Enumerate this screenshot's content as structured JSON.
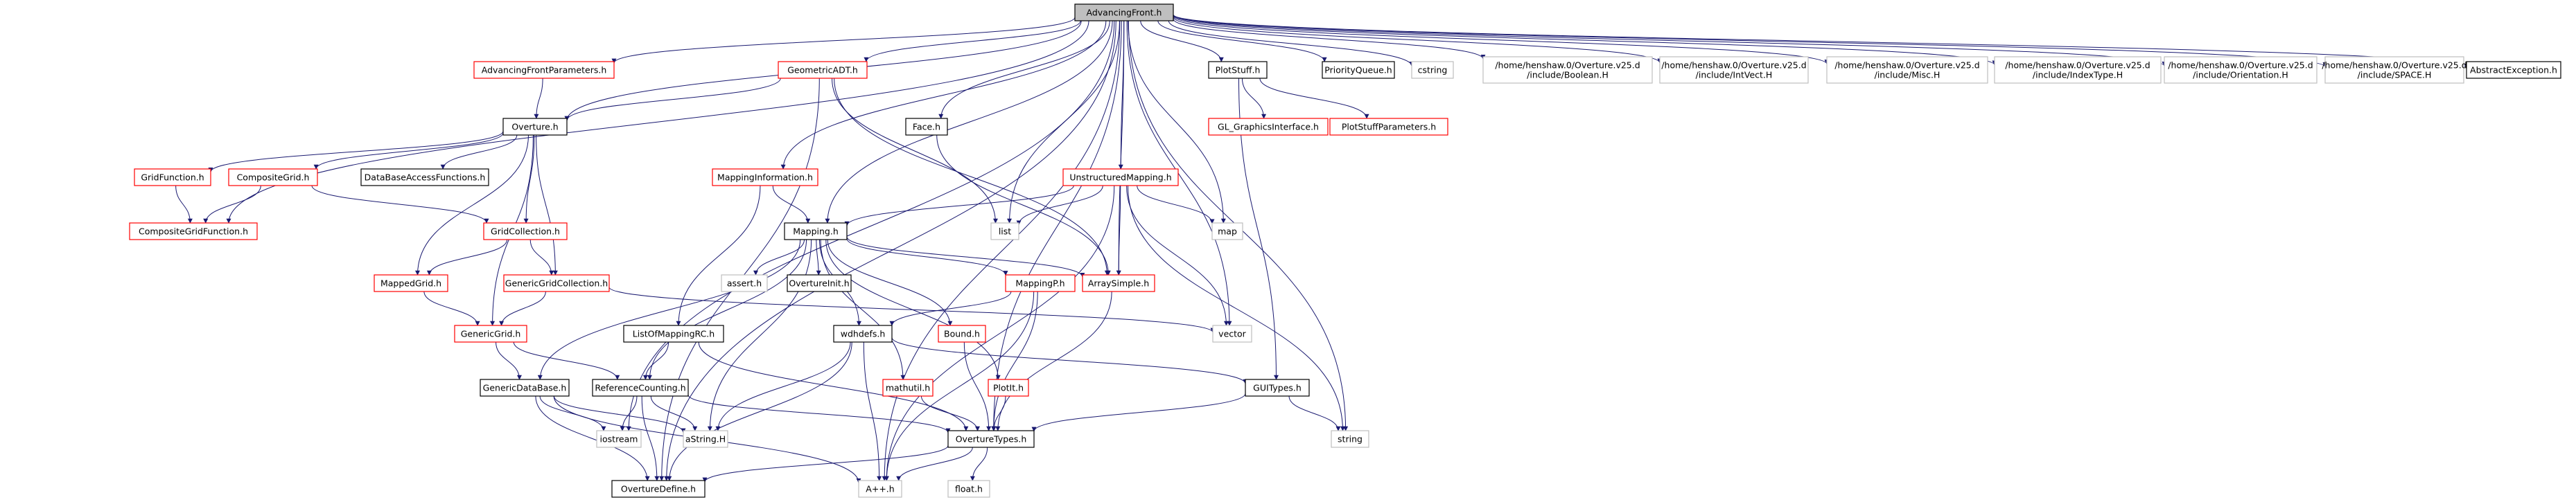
{
  "graph": {
    "colors": {
      "edge": "#191970",
      "border_documented": "#000000",
      "border_undocumented": "#ff0000",
      "border_external": "#bfbfbf",
      "root_fill": "#bfbfbf",
      "text": "#000000"
    },
    "nodes": [
      {
        "id": "root",
        "label": "AdvancingFront.h",
        "style": "root"
      },
      {
        "id": "afp",
        "label": "AdvancingFrontParameters.h",
        "style": "undoc"
      },
      {
        "id": "gadt",
        "label": "GeometricADT.h",
        "style": "undoc"
      },
      {
        "id": "face",
        "label": "Face.h",
        "style": "doc"
      },
      {
        "id": "plotstuff",
        "label": "PlotStuff.h",
        "style": "doc"
      },
      {
        "id": "pq",
        "label": "PriorityQueue.h",
        "style": "doc"
      },
      {
        "id": "cstring",
        "label": "cstring",
        "style": "ext"
      },
      {
        "id": "bool",
        "label": "/home/henshaw.0/Overture.v25.d\n/include/Boolean.H",
        "style": "ext"
      },
      {
        "id": "intvect",
        "label": "/home/henshaw.0/Overture.v25.d\n/include/IntVect.H",
        "style": "ext"
      },
      {
        "id": "misc",
        "label": "/home/henshaw.0/Overture.v25.d\n/include/Misc.H",
        "style": "ext"
      },
      {
        "id": "indextype",
        "label": "/home/henshaw.0/Overture.v25.d\n/include/IndexType.H",
        "style": "ext"
      },
      {
        "id": "orient",
        "label": "/home/henshaw.0/Overture.v25.d\n/include/Orientation.H",
        "style": "ext"
      },
      {
        "id": "space",
        "label": "/home/henshaw.0/Overture.v25.d\n/include/SPACE.H",
        "style": "ext"
      },
      {
        "id": "absexc",
        "label": "AbstractException.h",
        "style": "doc"
      },
      {
        "id": "overture",
        "label": "Overture.h",
        "style": "doc"
      },
      {
        "id": "glgi",
        "label": "GL_GraphicsInterface.h",
        "style": "undoc"
      },
      {
        "id": "psp",
        "label": "PlotStuffParameters.h",
        "style": "undoc"
      },
      {
        "id": "gridfunc",
        "label": "GridFunction.h",
        "style": "undoc"
      },
      {
        "id": "compgrid",
        "label": "CompositeGrid.h",
        "style": "undoc"
      },
      {
        "id": "dbaf",
        "label": "DataBaseAccessFunctions.h",
        "style": "doc"
      },
      {
        "id": "mapinfo",
        "label": "MappingInformation.h",
        "style": "undoc"
      },
      {
        "id": "umap",
        "label": "UnstructuredMapping.h",
        "style": "undoc"
      },
      {
        "id": "cgf",
        "label": "CompositeGridFunction.h",
        "style": "undoc"
      },
      {
        "id": "gridcoll",
        "label": "GridCollection.h",
        "style": "undoc"
      },
      {
        "id": "mapping",
        "label": "Mapping.h",
        "style": "doc"
      },
      {
        "id": "list",
        "label": "list",
        "style": "ext"
      },
      {
        "id": "map",
        "label": "map",
        "style": "ext"
      },
      {
        "id": "mappedgrid",
        "label": "MappedGrid.h",
        "style": "undoc"
      },
      {
        "id": "ggc",
        "label": "GenericGridCollection.h",
        "style": "undoc"
      },
      {
        "id": "assert",
        "label": "assert.h",
        "style": "ext"
      },
      {
        "id": "ovinit",
        "label": "OvertureInit.h",
        "style": "doc"
      },
      {
        "id": "mappingp",
        "label": "MappingP.h",
        "style": "undoc"
      },
      {
        "id": "arraysimple",
        "label": "ArraySimple.h",
        "style": "undoc"
      },
      {
        "id": "vector",
        "label": "vector",
        "style": "ext"
      },
      {
        "id": "genericgrid",
        "label": "GenericGrid.h",
        "style": "undoc"
      },
      {
        "id": "lomrc",
        "label": "ListOfMappingRC.h",
        "style": "doc"
      },
      {
        "id": "wdhdefs",
        "label": "wdhdefs.h",
        "style": "doc"
      },
      {
        "id": "bound",
        "label": "Bound.h",
        "style": "undoc"
      },
      {
        "id": "gdb",
        "label": "GenericDataBase.h",
        "style": "doc"
      },
      {
        "id": "refcount",
        "label": "ReferenceCounting.h",
        "style": "doc"
      },
      {
        "id": "mathutil",
        "label": "mathutil.h",
        "style": "undoc"
      },
      {
        "id": "ploti",
        "label": "PlotIt.h",
        "style": "undoc"
      },
      {
        "id": "guitypes",
        "label": "GUITypes.h",
        "style": "doc"
      },
      {
        "id": "string",
        "label": "string",
        "style": "ext"
      },
      {
        "id": "iostream",
        "label": "iostream",
        "style": "ext"
      },
      {
        "id": "astring",
        "label": "aString.H",
        "style": "ext"
      },
      {
        "id": "ovtypes",
        "label": "OvertureTypes.h",
        "style": "doc"
      },
      {
        "id": "ovdefine",
        "label": "OvertureDefine.h",
        "style": "doc"
      },
      {
        "id": "app",
        "label": "A++.h",
        "style": "ext"
      },
      {
        "id": "float",
        "label": "float.h",
        "style": "ext"
      }
    ],
    "edges": [
      [
        "root",
        "afp"
      ],
      [
        "root",
        "gadt"
      ],
      [
        "root",
        "face"
      ],
      [
        "root",
        "plotstuff"
      ],
      [
        "root",
        "pq"
      ],
      [
        "root",
        "cstring"
      ],
      [
        "root",
        "bool"
      ],
      [
        "root",
        "intvect"
      ],
      [
        "root",
        "misc"
      ],
      [
        "root",
        "indextype"
      ],
      [
        "root",
        "orient"
      ],
      [
        "root",
        "space"
      ],
      [
        "root",
        "absexc"
      ],
      [
        "root",
        "overture"
      ],
      [
        "root",
        "mapinfo"
      ],
      [
        "root",
        "umap"
      ],
      [
        "root",
        "mapping"
      ],
      [
        "root",
        "list"
      ],
      [
        "root",
        "map"
      ],
      [
        "root",
        "arraysimple"
      ],
      [
        "root",
        "vector"
      ],
      [
        "root",
        "string"
      ],
      [
        "root",
        "ovtypes"
      ],
      [
        "root",
        "ovdefine"
      ],
      [
        "root",
        "iostream"
      ],
      [
        "root",
        "cgf"
      ],
      [
        "root",
        "app"
      ],
      [
        "afp",
        "overture"
      ],
      [
        "gadt",
        "overture"
      ],
      [
        "gadt",
        "list"
      ],
      [
        "gadt",
        "arraysimple"
      ],
      [
        "gadt",
        "ovdefine"
      ],
      [
        "face",
        "arraysimple"
      ],
      [
        "plotstuff",
        "glgi"
      ],
      [
        "plotstuff",
        "psp"
      ],
      [
        "plotstuff",
        "guitypes"
      ],
      [
        "overture",
        "gridfunc"
      ],
      [
        "overture",
        "compgrid"
      ],
      [
        "overture",
        "dbaf"
      ],
      [
        "overture",
        "gridcoll"
      ],
      [
        "overture",
        "mappedgrid"
      ],
      [
        "overture",
        "ggc"
      ],
      [
        "overture",
        "genericgrid"
      ],
      [
        "gridfunc",
        "cgf"
      ],
      [
        "compgrid",
        "cgf"
      ],
      [
        "compgrid",
        "gridcoll"
      ],
      [
        "gridcoll",
        "mappedgrid"
      ],
      [
        "gridcoll",
        "ggc"
      ],
      [
        "mappedgrid",
        "genericgrid"
      ],
      [
        "ggc",
        "genericgrid"
      ],
      [
        "ggc",
        "vector"
      ],
      [
        "genericgrid",
        "gdb"
      ],
      [
        "genericgrid",
        "refcount"
      ],
      [
        "mapinfo",
        "mapping"
      ],
      [
        "mapinfo",
        "lomrc"
      ],
      [
        "umap",
        "mapping"
      ],
      [
        "umap",
        "list"
      ],
      [
        "umap",
        "map"
      ],
      [
        "umap",
        "arraysimple"
      ],
      [
        "umap",
        "vector"
      ],
      [
        "umap",
        "string"
      ],
      [
        "umap",
        "app"
      ],
      [
        "mapping",
        "assert"
      ],
      [
        "mapping",
        "ovinit"
      ],
      [
        "mapping",
        "mappingp"
      ],
      [
        "mapping",
        "arraysimple"
      ],
      [
        "mapping",
        "wdhdefs"
      ],
      [
        "mapping",
        "bound"
      ],
      [
        "mapping",
        "mathutil"
      ],
      [
        "mapping",
        "ploti"
      ],
      [
        "mapping",
        "gdb"
      ],
      [
        "mapping",
        "refcount"
      ],
      [
        "mapping",
        "astring"
      ],
      [
        "mappingp",
        "wdhdefs"
      ],
      [
        "mappingp",
        "ovtypes"
      ],
      [
        "mappingp",
        "app"
      ],
      [
        "arraysimple",
        "ovtypes"
      ],
      [
        "lomrc",
        "refcount"
      ],
      [
        "lomrc",
        "ovtypes"
      ],
      [
        "wdhdefs",
        "guitypes"
      ],
      [
        "wdhdefs",
        "astring"
      ],
      [
        "wdhdefs",
        "ovdefine"
      ],
      [
        "wdhdefs",
        "app"
      ],
      [
        "bound",
        "ovtypes"
      ],
      [
        "mathutil",
        "ovtypes"
      ],
      [
        "ploti",
        "ovtypes"
      ],
      [
        "gdb",
        "iostream"
      ],
      [
        "gdb",
        "astring"
      ],
      [
        "gdb",
        "ovdefine"
      ],
      [
        "gdb",
        "app"
      ],
      [
        "refcount",
        "iostream"
      ],
      [
        "refcount",
        "astring"
      ],
      [
        "refcount",
        "ovdefine"
      ],
      [
        "refcount",
        "ovtypes"
      ],
      [
        "guitypes",
        "string"
      ],
      [
        "guitypes",
        "ovtypes"
      ],
      [
        "ovtypes",
        "ovdefine"
      ],
      [
        "ovtypes",
        "app"
      ],
      [
        "ovtypes",
        "float"
      ]
    ]
  }
}
